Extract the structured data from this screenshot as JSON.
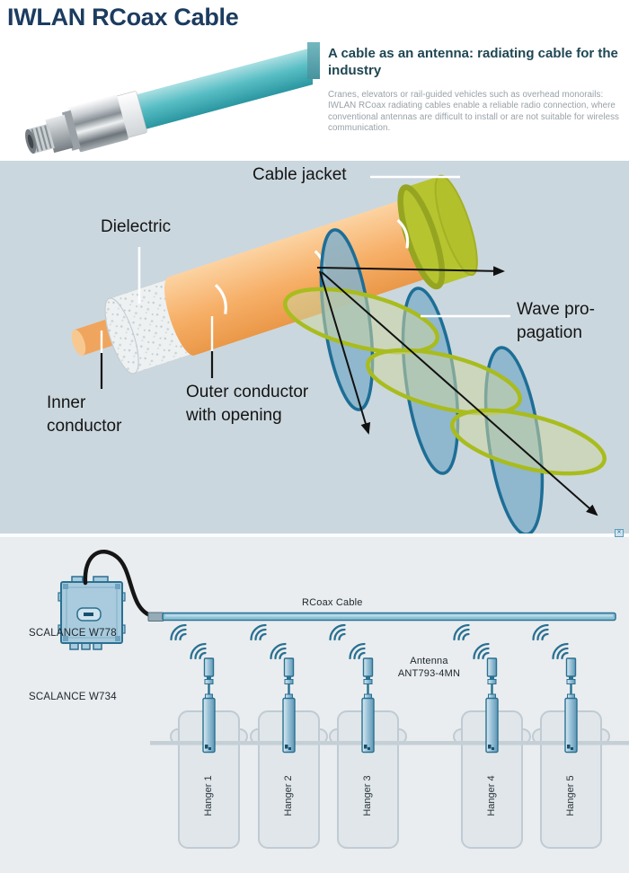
{
  "page_title": "IWLAN RCoax Cable",
  "intro": {
    "heading": "A cable as an antenna: radiating cable for the industry",
    "body": "Cranes, elevators or rail-guided vehicles such as overhead monorails: IWLAN RCoax radiating cables enable a reliable radio connection, where conventional antennas are difficult to install or are not suitable for wireless communication."
  },
  "cable_diagram": {
    "label_cable_jacket": "Cable jacket",
    "label_dielectric": "Dielectric",
    "label_inner_line1": "Inner",
    "label_inner_line2": "conductor",
    "label_outer_line1": "Outer conductor",
    "label_outer_line2": "with opening",
    "label_wave_line1": "Wave pro-",
    "label_wave_line2": "pagation"
  },
  "network_diagram": {
    "label_access_point": "SCALANCE W778",
    "label_client": "SCALANCE W734",
    "label_cable": "RCoax Cable",
    "label_antenna_line1": "Antenna",
    "label_antenna_line2": "ANT793-4MN",
    "close_glyph": "✕",
    "hangers": [
      {
        "label": "Hanger 1"
      },
      {
        "label": "Hanger 2"
      },
      {
        "label": "Hanger 3"
      },
      {
        "label": "Hanger 4"
      },
      {
        "label": "Hanger 5"
      }
    ]
  },
  "colors": {
    "title_text": "#1c3c60",
    "heading_text": "#1f4653",
    "accent_teal": "#46939f",
    "body_text": "#98a1a7",
    "diagram_background": "#cbd7de",
    "cable_orange": "#f6ae66",
    "jacket_green": "#b6c430",
    "wave_blue": "#1d6e96",
    "wave_green": "#a9bc1e",
    "schematic_background": "#e9edf0",
    "device_fill": "#a9cbdd",
    "device_border": "#2a7091"
  }
}
